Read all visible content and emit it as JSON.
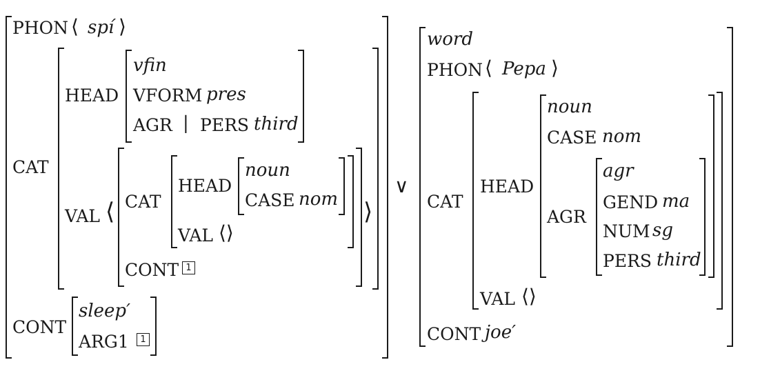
{
  "left_avm": {
    "phon_label": "PHON",
    "phon_value": "spí",
    "cat_label": "CAT",
    "head_label": "HEAD",
    "head_type": "vfin",
    "vform_label": "VFORM",
    "vform_value": "pres",
    "agr_label": "AGR",
    "agr_sep": "|",
    "pers_label": "PERS",
    "pers_value": "third",
    "val_label": "VAL",
    "inner_cat_label": "CAT",
    "inner_head_label": "HEAD",
    "inner_head_type": "noun",
    "inner_case_label": "CASE",
    "inner_case_value": "nom",
    "inner_val_label": "VAL",
    "inner_cont_label": "CONT",
    "tag": "1",
    "cont_label": "CONT",
    "cont_type": "sleep′",
    "arg1_label": "ARG1",
    "arg1_tag": "1"
  },
  "operator": "∨",
  "right_avm": {
    "type": "word",
    "phon_label": "PHON",
    "phon_value": "Pepa",
    "cat_label": "CAT",
    "head_label": "HEAD",
    "head_type": "noun",
    "case_label": "CASE",
    "case_value": "nom",
    "agr_label": "AGR",
    "agr_type": "agr",
    "gend_label": "GEND",
    "gend_value": "ma",
    "num_label": "NUM",
    "num_value": "sg",
    "pers_label": "PERS",
    "pers_value": "third",
    "val_label": "VAL",
    "cont_label": "CONT",
    "cont_value": "joe′"
  }
}
